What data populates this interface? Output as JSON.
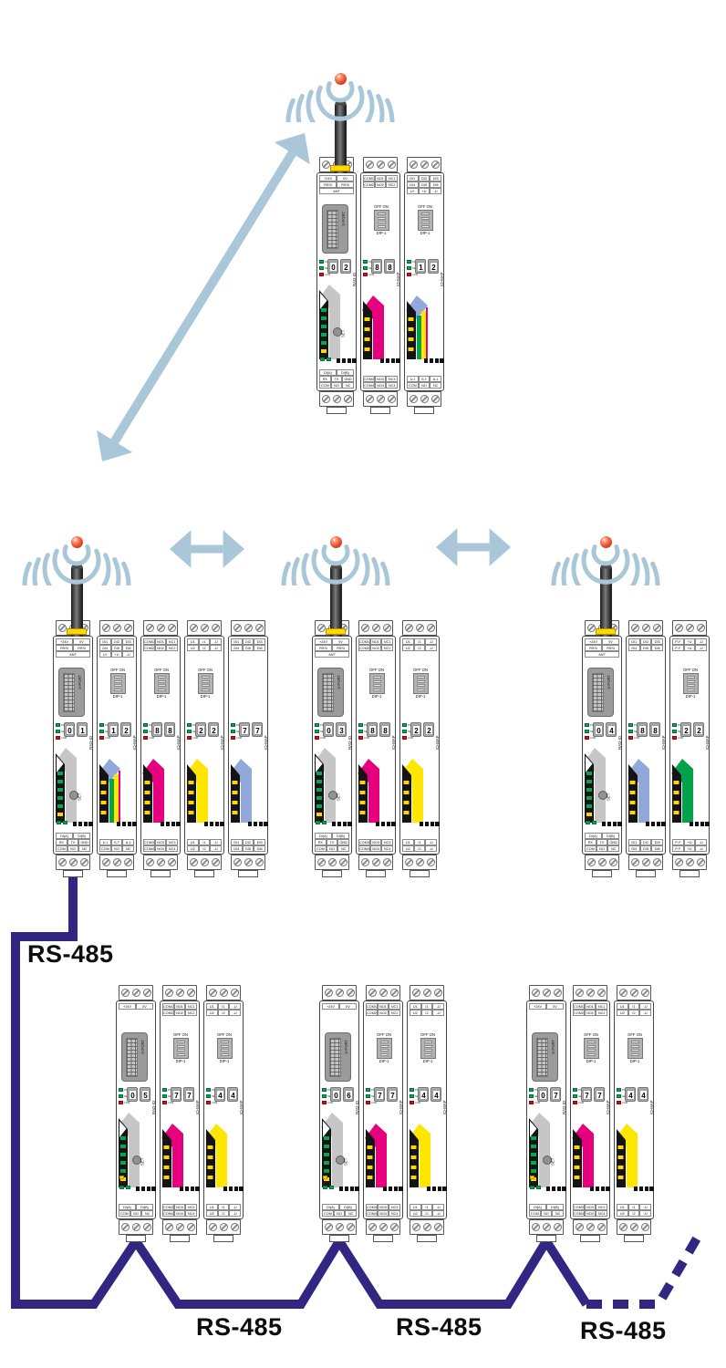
{
  "colors": {
    "cable": "#312783",
    "arrow": "#a9c7d8",
    "arc": "#a9c7d8",
    "antenna_ball": "#e8502e",
    "stripe_gray": "#c6c6c6",
    "stripe_magenta": "#e6007e",
    "stripe_yellow": "#ffe600",
    "stripe_blue": "#91a8d9",
    "stripe_green": "#00a24a",
    "led_green": "#00a94f",
    "led_red": "#e30613",
    "led_yellow": "#ffd500"
  },
  "rs485": {
    "labels": [
      "RS-485",
      "RS-485",
      "RS-485",
      "RS-485"
    ]
  },
  "strings": {
    "sport": "S-PORT",
    "dip_on": "OFF ON",
    "dip_name": "DIP-1",
    "set": "SET",
    "rxtx": "RX TX",
    "link": "LINK",
    "led_labels": [
      "PWR",
      "SET",
      "COM"
    ]
  },
  "module_types": {
    "radio-rf": {
      "name": "radio-modem",
      "dial_label": "RAD-ID",
      "stripe": "gray",
      "sport": true,
      "dip": false,
      "set_button": true,
      "link_led": false,
      "top_rows": [
        [
          "+24V",
          "0V"
        ],
        [
          "RSSI",
          "RSSI"
        ],
        [
          "ANT"
        ]
      ],
      "bottom_rows": [
        [
          "DI(A)",
          "DI(B)"
        ],
        [
          "RX",
          "TX",
          "GND"
        ],
        [
          "COM",
          "NO",
          "NC"
        ]
      ]
    },
    "radio-485": {
      "name": "rs485-gateway-modem",
      "dial_label": "RAD-ID",
      "stripe": "gray",
      "sport": true,
      "dip": false,
      "set_button": true,
      "link_led": true,
      "top_rows": [
        [
          "+24V",
          "0V"
        ]
      ],
      "bottom_rows": [
        [
          "DI(A)",
          "DI(B)"
        ],
        [
          "COM",
          "NO",
          "NC"
        ]
      ]
    },
    "io-relay": {
      "name": "relay-output-module",
      "dial_label": "IO-MAP",
      "stripe": "magenta",
      "sport": false,
      "dip": true,
      "set_button": false,
      "link_led": false,
      "top_rows": [
        [
          "COM1",
          "NO1",
          "NC1"
        ],
        [
          "COM2",
          "NO2",
          "NC2"
        ]
      ],
      "bottom_rows": [
        [
          "COM3",
          "NO3",
          "NC3"
        ],
        [
          "COM4",
          "NO4",
          "NC4"
        ]
      ]
    },
    "io-di": {
      "name": "digital-input-module",
      "dial_label": "IO-MAP",
      "stripe": "multi",
      "sport": false,
      "dip": true,
      "set_button": false,
      "link_led": false,
      "top_rows": [
        [
          "DI1",
          "DI2",
          "DI3"
        ],
        [
          "DI4",
          "DI5",
          "DI6"
        ],
        [
          "U+",
          "+U",
          "-U"
        ]
      ],
      "bottom_rows": [
        [
          "U-I",
          "S-T",
          "A-1"
        ],
        [
          "COM",
          "NO",
          "NC"
        ]
      ]
    },
    "io-di-b": {
      "name": "digital-input-module",
      "dial_label": "IO-MAP",
      "stripe": "blue",
      "sport": false,
      "dip": false,
      "set_button": false,
      "link_led": false,
      "top_rows": [
        [
          "DI1",
          "DI2",
          "DI3"
        ],
        [
          "DI4",
          "DI5",
          "DI6"
        ]
      ],
      "bottom_rows": [
        [
          "DI1",
          "DI2",
          "DI3"
        ],
        [
          "DI4",
          "DI5",
          "DI6"
        ]
      ]
    },
    "io-ai": {
      "name": "analog-io-module",
      "dial_label": "IO-MAP",
      "stripe": "yellow",
      "sport": false,
      "dip": true,
      "set_button": false,
      "link_led": false,
      "top_rows": [
        [
          "U1",
          "I1",
          "-U"
        ],
        [
          "U2",
          "I2",
          "-U"
        ]
      ],
      "bottom_rows": [
        [
          "U1",
          "I1",
          "-U"
        ],
        [
          "U2",
          "I2",
          "-U"
        ]
      ]
    },
    "io-pulse": {
      "name": "pulse-io-module",
      "dial_label": "IO-MAP",
      "stripe": "green",
      "sport": false,
      "dip": true,
      "set_button": false,
      "link_led": false,
      "top_rows": [
        [
          "P-F",
          "+U",
          "-U"
        ],
        [
          "P-F",
          "+U",
          "-U"
        ]
      ],
      "bottom_rows": [
        [
          "P-F",
          "+U",
          "-U"
        ],
        [
          "P-F",
          "+U",
          "-U"
        ]
      ]
    }
  },
  "groups": [
    {
      "id": "station-rad-02",
      "antenna": true,
      "modules": [
        {
          "type": "radio-rf",
          "digits": [
            "0",
            "2"
          ]
        },
        {
          "type": "io-relay",
          "digits": [
            "8",
            "8"
          ]
        },
        {
          "type": "io-di",
          "digits": [
            "1",
            "2"
          ]
        }
      ]
    },
    {
      "id": "station-rad-01",
      "antenna": true,
      "modules": [
        {
          "type": "radio-rf",
          "digits": [
            "0",
            "1"
          ]
        },
        {
          "type": "io-di",
          "digits": [
            "1",
            "2"
          ]
        },
        {
          "type": "io-relay",
          "digits": [
            "8",
            "8"
          ]
        },
        {
          "type": "io-ai",
          "digits": [
            "2",
            "2"
          ]
        },
        {
          "type": "io-di-b",
          "digits": [
            "7",
            "7"
          ]
        }
      ]
    },
    {
      "id": "station-rad-03",
      "antenna": true,
      "modules": [
        {
          "type": "radio-rf",
          "digits": [
            "0",
            "3"
          ]
        },
        {
          "type": "io-relay",
          "digits": [
            "8",
            "8"
          ]
        },
        {
          "type": "io-ai",
          "digits": [
            "2",
            "2"
          ]
        }
      ]
    },
    {
      "id": "station-rad-04",
      "antenna": true,
      "modules": [
        {
          "type": "radio-rf",
          "digits": [
            "0",
            "4"
          ]
        },
        {
          "type": "io-di-b",
          "digits": [
            "8",
            "8"
          ]
        },
        {
          "type": "io-pulse",
          "digits": [
            "2",
            "2"
          ]
        }
      ]
    },
    {
      "id": "station-rad-05",
      "antenna": false,
      "modules": [
        {
          "type": "radio-485",
          "digits": [
            "0",
            "5"
          ]
        },
        {
          "type": "io-relay",
          "digits": [
            "7",
            "7"
          ]
        },
        {
          "type": "io-ai",
          "digits": [
            "4",
            "4"
          ]
        }
      ]
    },
    {
      "id": "station-rad-06",
      "antenna": false,
      "modules": [
        {
          "type": "radio-485",
          "digits": [
            "0",
            "6"
          ]
        },
        {
          "type": "io-relay",
          "digits": [
            "7",
            "7"
          ]
        },
        {
          "type": "io-ai",
          "digits": [
            "4",
            "4"
          ]
        }
      ]
    },
    {
      "id": "station-rad-07",
      "antenna": false,
      "modules": [
        {
          "type": "radio-485",
          "digits": [
            "0",
            "7"
          ]
        },
        {
          "type": "io-relay",
          "digits": [
            "7",
            "7"
          ]
        },
        {
          "type": "io-ai",
          "digits": [
            "4",
            "4"
          ]
        }
      ]
    }
  ]
}
